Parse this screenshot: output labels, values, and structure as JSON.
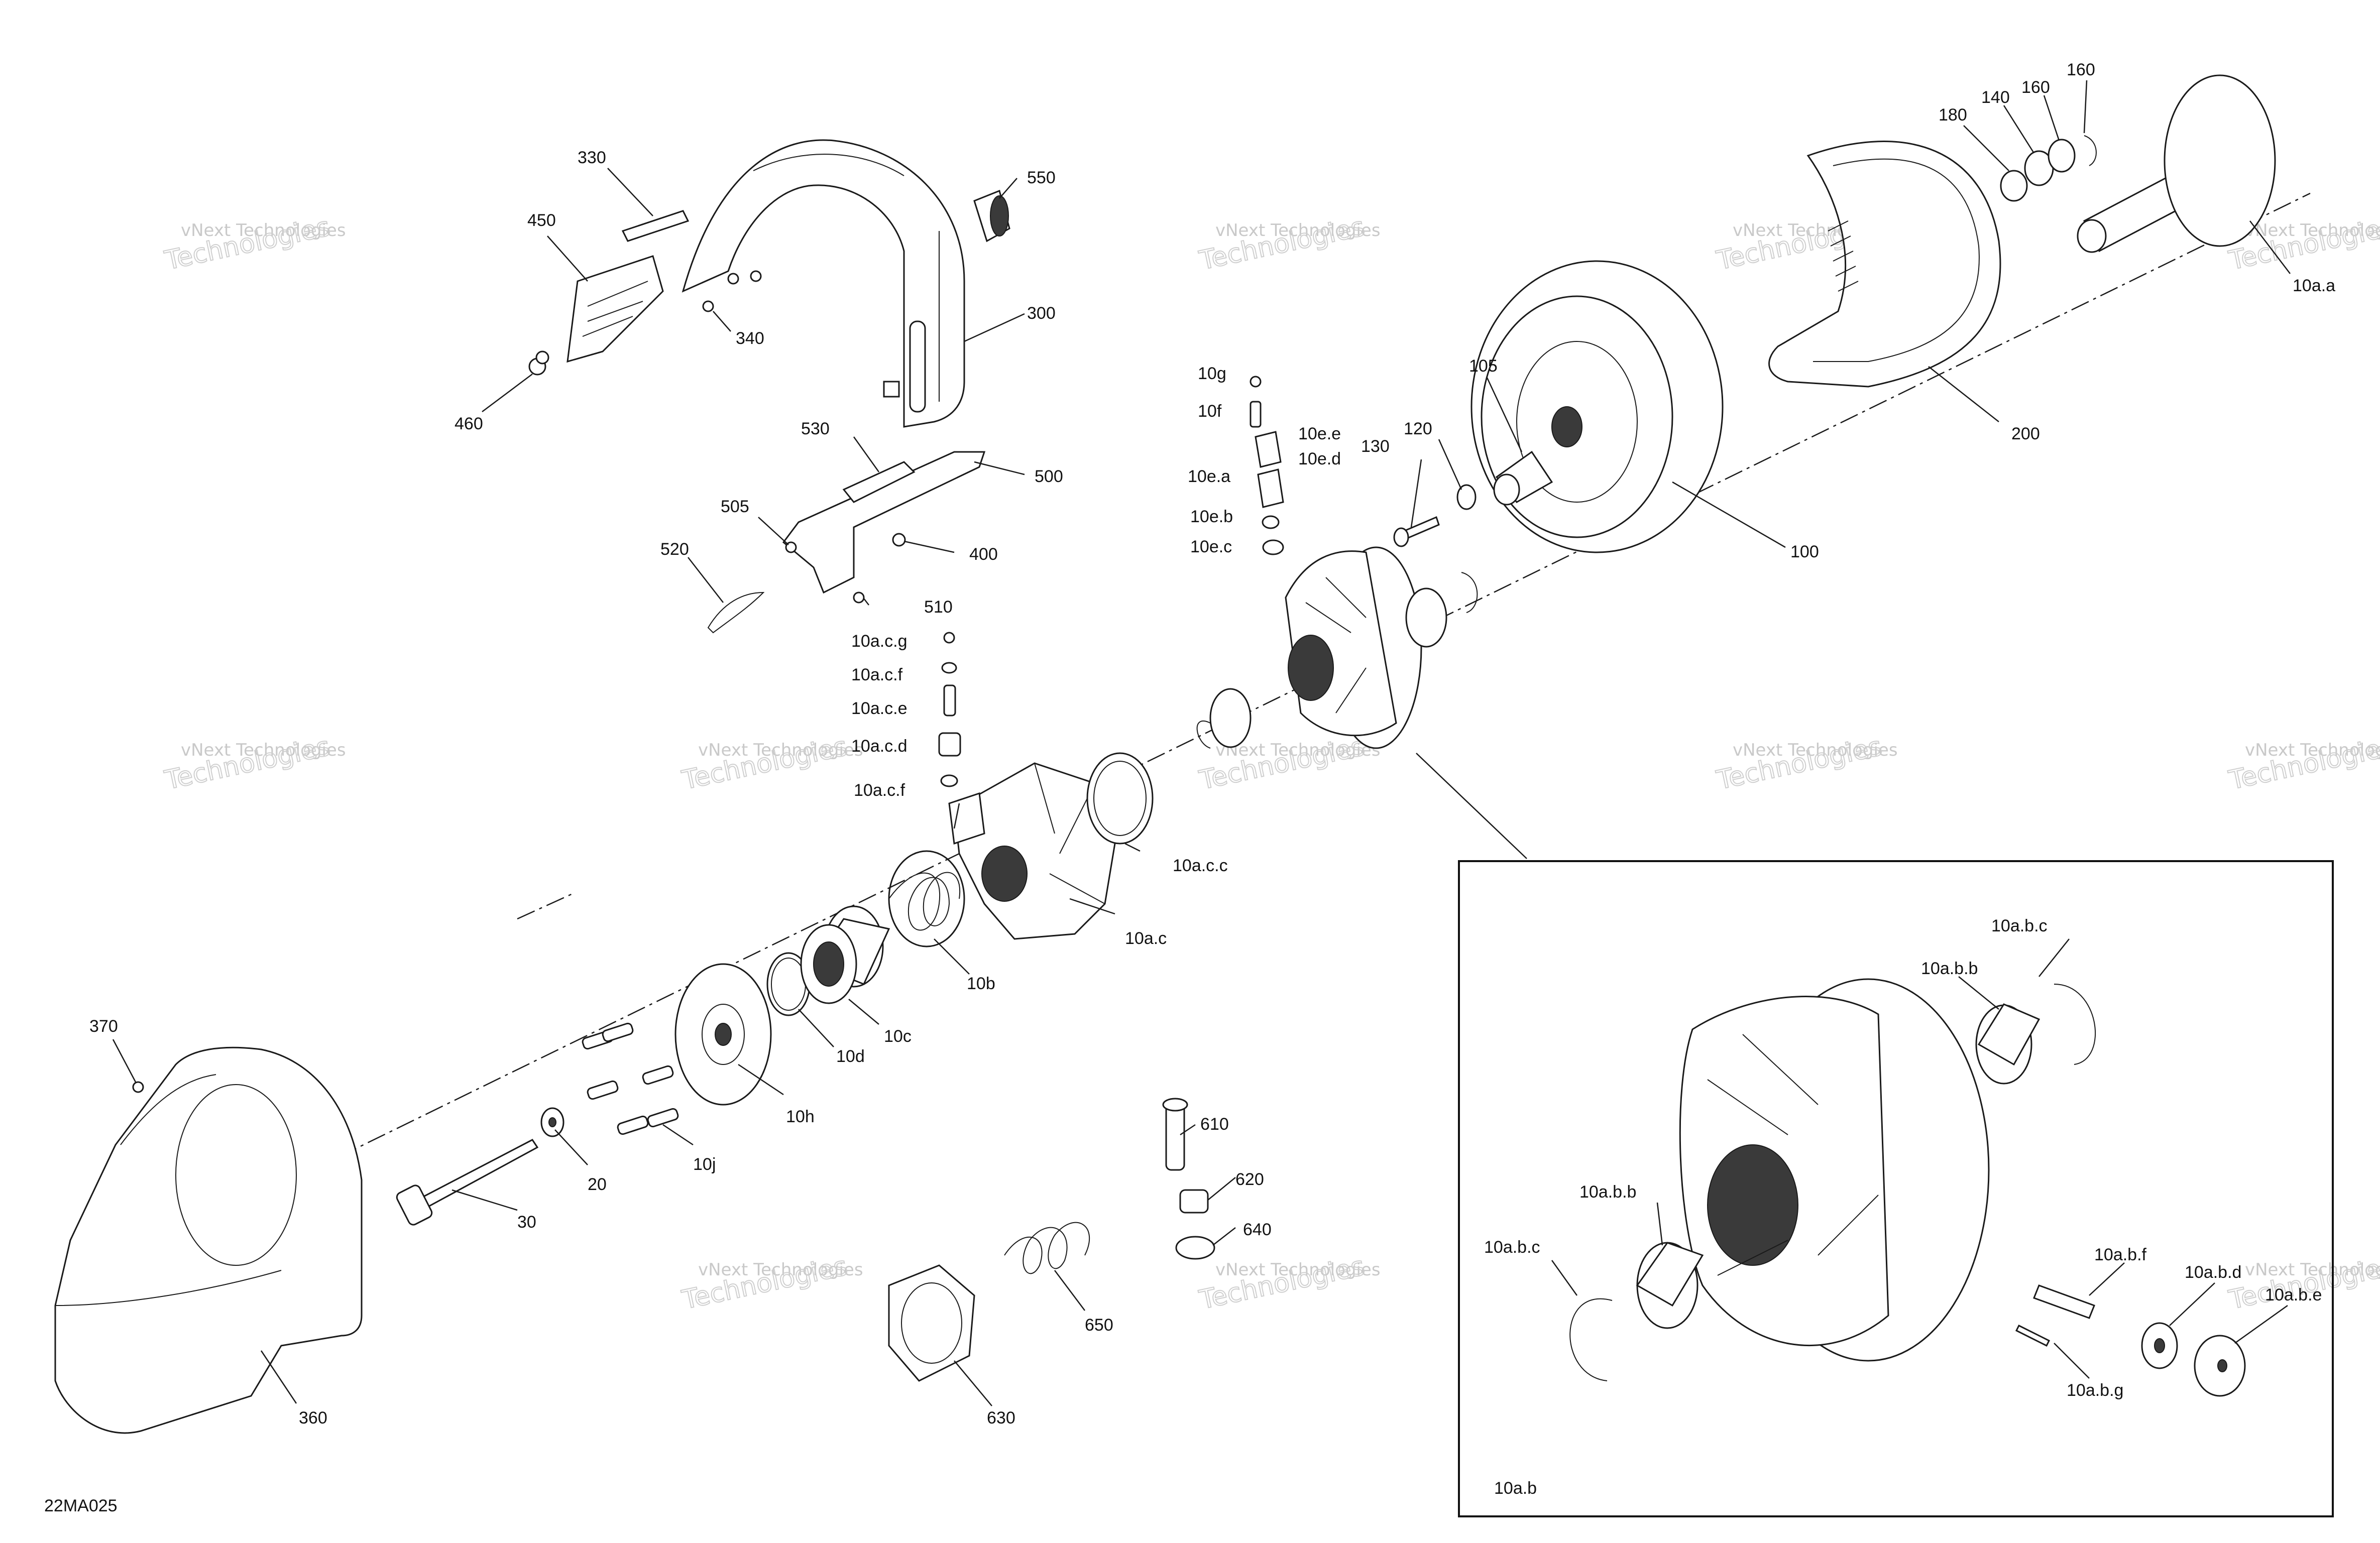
{
  "diagram": {
    "code": "22MA025",
    "inset_label": "10a.b",
    "watermark": {
      "line1": "vNext Technologies",
      "line2": "Technologies"
    },
    "callouts": [
      {
        "id": "c330",
        "text": "330"
      },
      {
        "id": "c450",
        "text": "450"
      },
      {
        "id": "c460",
        "text": "460"
      },
      {
        "id": "c340",
        "text": "340"
      },
      {
        "id": "c300",
        "text": "300"
      },
      {
        "id": "c550",
        "text": "550"
      },
      {
        "id": "c530",
        "text": "530"
      },
      {
        "id": "c500",
        "text": "500"
      },
      {
        "id": "c505",
        "text": "505"
      },
      {
        "id": "c400",
        "text": "400"
      },
      {
        "id": "c520",
        "text": "520"
      },
      {
        "id": "c510",
        "text": "510"
      },
      {
        "id": "c10acg",
        "text": "10a.c.g"
      },
      {
        "id": "c10acf1",
        "text": "10a.c.f"
      },
      {
        "id": "c10ace",
        "text": "10a.c.e"
      },
      {
        "id": "c10acd",
        "text": "10a.c.d"
      },
      {
        "id": "c10acf2",
        "text": "10a.c.f"
      },
      {
        "id": "c10acc",
        "text": "10a.c.c"
      },
      {
        "id": "c10ac",
        "text": "10a.c"
      },
      {
        "id": "c10b",
        "text": "10b"
      },
      {
        "id": "c10c",
        "text": "10c"
      },
      {
        "id": "c10d",
        "text": "10d"
      },
      {
        "id": "c10h",
        "text": "10h"
      },
      {
        "id": "c10j",
        "text": "10j"
      },
      {
        "id": "c20",
        "text": "20"
      },
      {
        "id": "c30",
        "text": "30"
      },
      {
        "id": "c370",
        "text": "370"
      },
      {
        "id": "c360",
        "text": "360"
      },
      {
        "id": "c10g",
        "text": "10g"
      },
      {
        "id": "c10f",
        "text": "10f"
      },
      {
        "id": "c10ee",
        "text": "10e.e"
      },
      {
        "id": "c10ed",
        "text": "10e.d"
      },
      {
        "id": "c10ea",
        "text": "10e.a"
      },
      {
        "id": "c10eb",
        "text": "10e.b"
      },
      {
        "id": "c10ec",
        "text": "10e.c"
      },
      {
        "id": "c130",
        "text": "130"
      },
      {
        "id": "c120",
        "text": "120"
      },
      {
        "id": "c105",
        "text": "105"
      },
      {
        "id": "c100",
        "text": "100"
      },
      {
        "id": "c180",
        "text": "180"
      },
      {
        "id": "c140",
        "text": "140"
      },
      {
        "id": "c160a",
        "text": "160"
      },
      {
        "id": "c160b",
        "text": "160"
      },
      {
        "id": "c200",
        "text": "200"
      },
      {
        "id": "c10aa",
        "text": "10a.a"
      },
      {
        "id": "c610",
        "text": "610"
      },
      {
        "id": "c620",
        "text": "620"
      },
      {
        "id": "c640",
        "text": "640"
      },
      {
        "id": "c650",
        "text": "650"
      },
      {
        "id": "c630",
        "text": "630"
      },
      {
        "id": "c10abc1",
        "text": "10a.b.c"
      },
      {
        "id": "c10abb1",
        "text": "10a.b.b"
      },
      {
        "id": "c10abb2",
        "text": "10a.b.b"
      },
      {
        "id": "c10abc2",
        "text": "10a.b.c"
      },
      {
        "id": "c10abf",
        "text": "10a.b.f"
      },
      {
        "id": "c10abd",
        "text": "10a.b.d"
      },
      {
        "id": "c10abe",
        "text": "10a.b.e"
      },
      {
        "id": "c10abg",
        "text": "10a.b.g"
      }
    ]
  }
}
